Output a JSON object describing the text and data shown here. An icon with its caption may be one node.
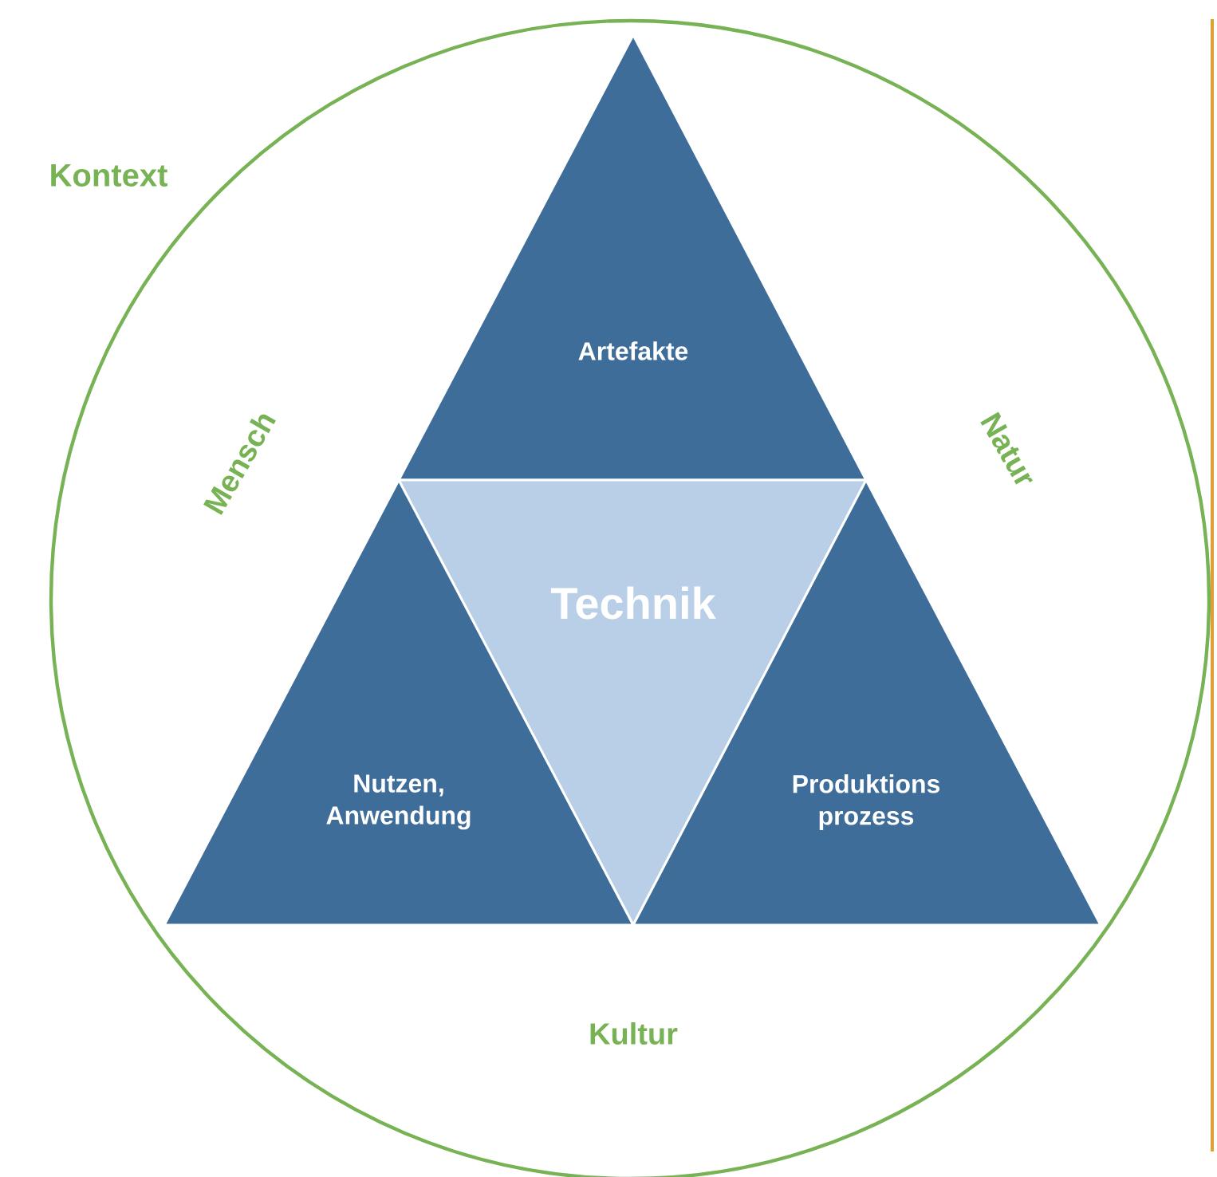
{
  "diagram": {
    "nodes": [
      {
        "text": [
          "Kontext"
        ]
      },
      {
        "text": [
          "Artefakte"
        ],
        "in": 0
      },
      {
        "text": [
          "Technik"
        ],
        "in": 0
      },
      {
        "text": [
          "Nutzen, Anwendung"
        ],
        "in": 0
      },
      {
        "text": [
          "Produktions prozess"
        ],
        "in": 0
      }
    ],
    "labels": [
      "Mensch",
      "Natur",
      "Kultur"
    ]
  }
}
